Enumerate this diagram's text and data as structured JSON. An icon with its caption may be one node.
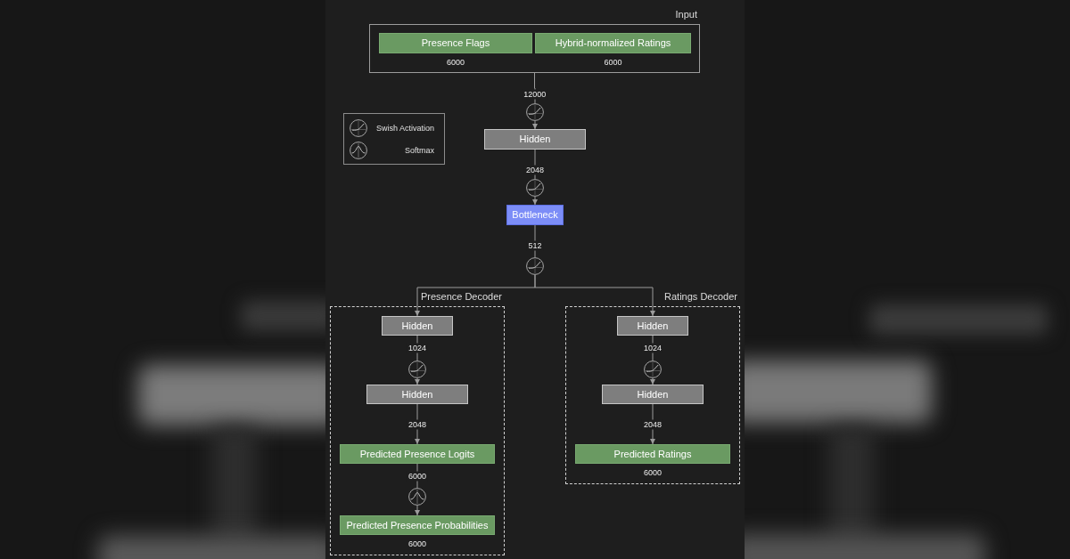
{
  "diagram": {
    "nodes": [
      {
        "text": [
          "Input"
        ]
      },
      {
        "text": [
          "Presence Flags"
        ],
        "in": 0,
        "beside": [
          "6000"
        ]
      },
      {
        "text": [
          "Hybrid-normalized Ratings"
        ],
        "in": 0,
        "beside": [
          "6000"
        ]
      },
      {
        "text": [],
        "shape": "circle"
      },
      {
        "text": [
          "Hidden"
        ]
      },
      {
        "text": [],
        "shape": "circle"
      },
      {
        "text": [
          "Bottleneck"
        ]
      },
      {
        "text": [],
        "shape": "circle"
      },
      {
        "text": [
          "Presence Decoder"
        ]
      },
      {
        "text": [
          "Hidden"
        ],
        "in": 8
      },
      {
        "text": [],
        "shape": "circle",
        "in": 8
      },
      {
        "text": [
          "Hidden"
        ],
        "in": 8
      },
      {
        "text": [
          "Predicted Presence Logits"
        ],
        "in": 8
      },
      {
        "text": [],
        "shape": "circle",
        "in": 8
      },
      {
        "text": [
          "Predicted Presence Probabilities"
        ],
        "in": 8,
        "beside": [
          "6000"
        ]
      },
      {
        "text": [
          "Ratings Decoder"
        ]
      },
      {
        "text": [
          "Hidden"
        ],
        "in": 15
      },
      {
        "text": [],
        "shape": "circle",
        "in": 15
      },
      {
        "text": [
          "Hidden"
        ],
        "in": 15
      },
      {
        "text": [
          "Predicted Ratings"
        ],
        "in": 15,
        "beside": [
          "6000"
        ]
      }
    ],
    "edges": [
      {
        "from": 0,
        "to": 3,
        "arrow": "none",
        "label": "12000"
      },
      {
        "from": 3,
        "to": 4,
        "arrow": "to"
      },
      {
        "from": 4,
        "to": 5,
        "arrow": "none",
        "label": "2048"
      },
      {
        "from": 5,
        "to": 6,
        "arrow": "to"
      },
      {
        "from": 6,
        "to": 7,
        "arrow": "none",
        "label": "512"
      },
      {
        "from": 7,
        "to": 9,
        "arrow": "to"
      },
      {
        "from": 7,
        "to": 16,
        "arrow": "to"
      },
      {
        "from": 9,
        "to": 10,
        "arrow": "none",
        "label": "1024"
      },
      {
        "from": 10,
        "to": 11,
        "arrow": "to"
      },
      {
        "from": 11,
        "to": 12,
        "arrow": "to",
        "label": "2048"
      },
      {
        "from": 12,
        "to": 13,
        "arrow": "none",
        "label": "6000"
      },
      {
        "from": 13,
        "to": 14,
        "arrow": "to"
      },
      {
        "from": 16,
        "to": 17,
        "arrow": "none",
        "label": "1024"
      },
      {
        "from": 17,
        "to": 18,
        "arrow": "to"
      },
      {
        "from": 18,
        "to": 19,
        "arrow": "to",
        "label": "2048"
      }
    ],
    "legend": [
      {
        "text": "Swish Activation"
      },
      {
        "text": "Softmax"
      }
    ]
  }
}
